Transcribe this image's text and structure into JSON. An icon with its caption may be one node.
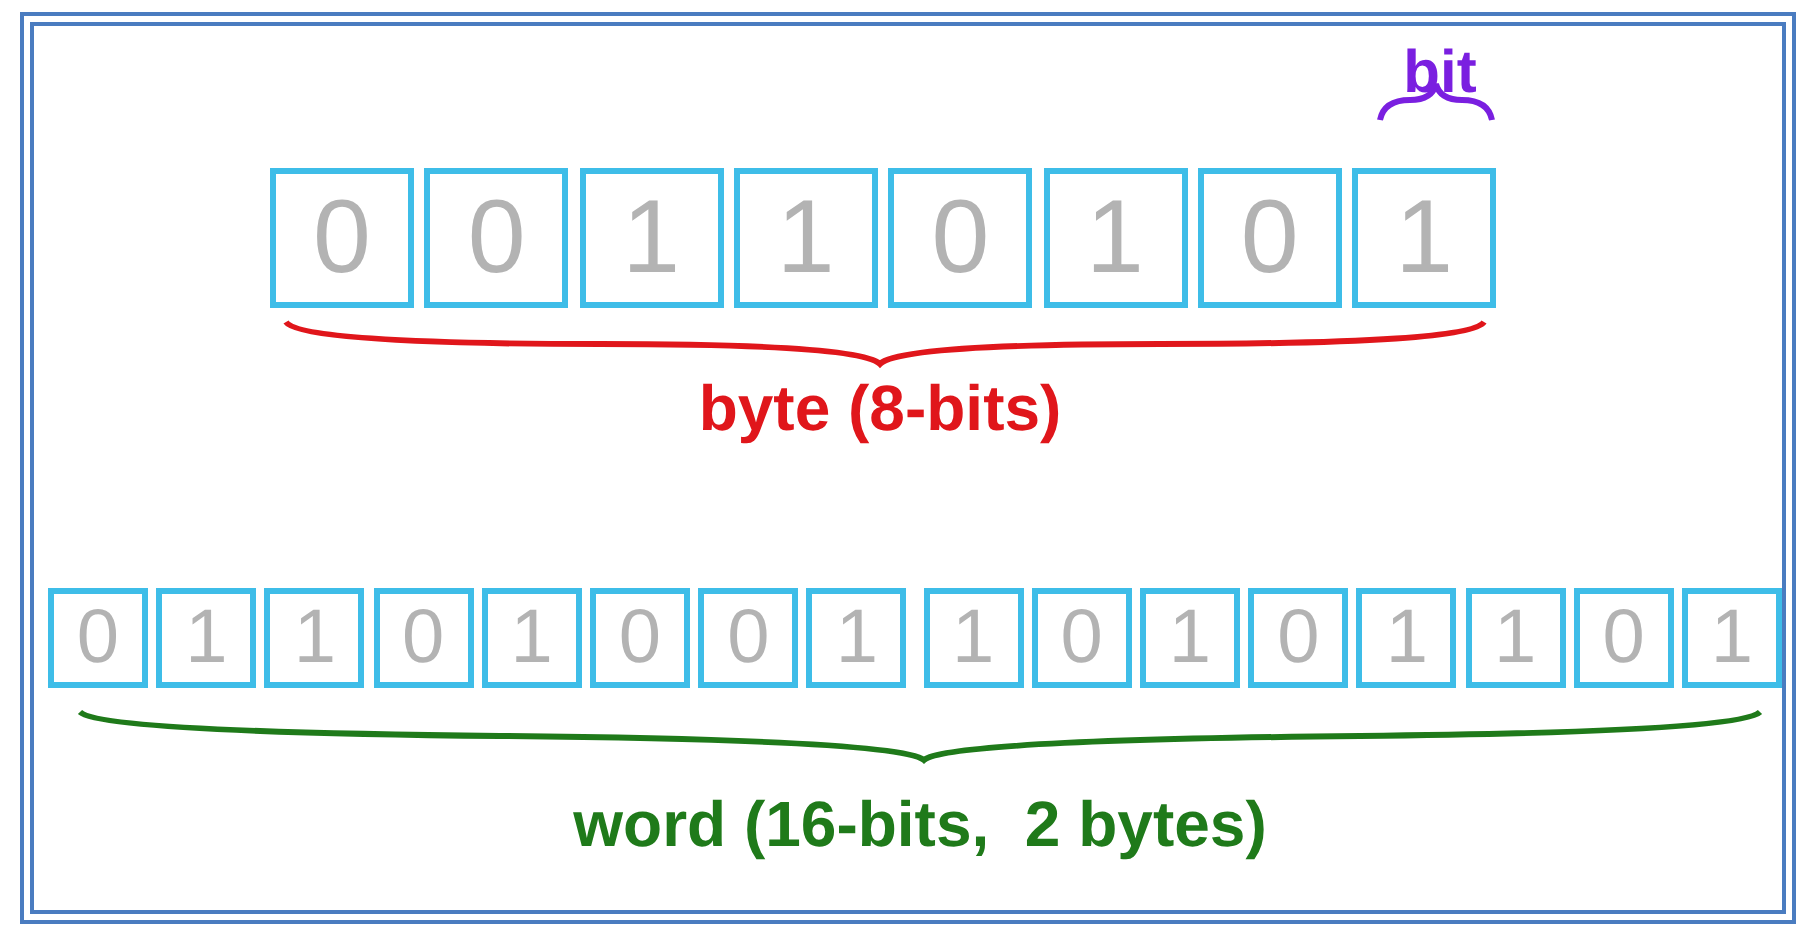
{
  "diagram": {
    "nodes": [
      {
        "text": [
          "0"
        ]
      },
      {
        "text": [
          "0"
        ]
      },
      {
        "text": [
          "1"
        ]
      },
      {
        "text": [
          "1"
        ]
      },
      {
        "text": [
          "0"
        ]
      },
      {
        "text": [
          "1"
        ]
      },
      {
        "text": [
          "0"
        ]
      },
      {
        "text": [
          "1"
        ]
      },
      {
        "text": [
          "0"
        ]
      },
      {
        "text": [
          "1"
        ]
      },
      {
        "text": [
          "1"
        ]
      },
      {
        "text": [
          "0"
        ]
      },
      {
        "text": [
          "1"
        ]
      },
      {
        "text": [
          "0"
        ]
      },
      {
        "text": [
          "0"
        ]
      },
      {
        "text": [
          "1"
        ]
      },
      {
        "text": [
          "1"
        ]
      },
      {
        "text": [
          "0"
        ]
      },
      {
        "text": [
          "1"
        ]
      },
      {
        "text": [
          "0"
        ]
      },
      {
        "text": [
          "1"
        ]
      },
      {
        "text": [
          "1"
        ]
      },
      {
        "text": [
          "0"
        ]
      },
      {
        "text": [
          "1"
        ]
      }
    ],
    "labels": [
      "bit",
      "byte (8-bits)",
      "word (16-bits,  2 bytes)"
    ]
  }
}
